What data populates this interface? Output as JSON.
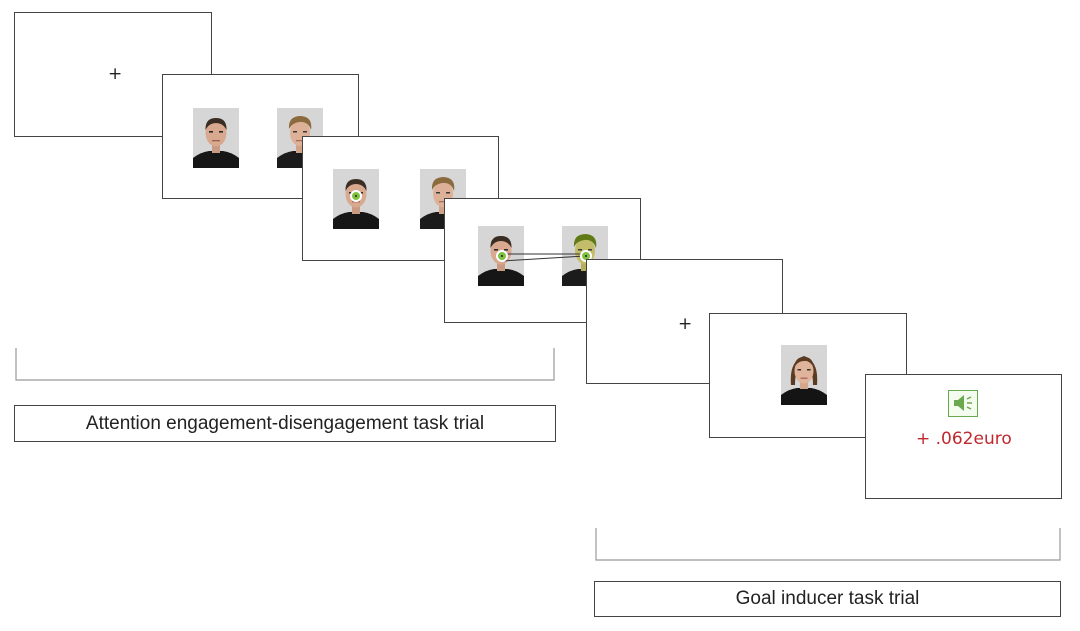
{
  "fixation_symbol": "+",
  "attention_trial_label": "Attention engagement-disengagement task trial",
  "goal_inducer_label": "Goal inducer task trial",
  "reward_text": "+ .062euro",
  "colors": {
    "frame": "#444444",
    "reward": "#c0282d",
    "gaze_marker": "#7fc241",
    "speaker_icon": "#6aa84f"
  },
  "icons": [
    "speaker-icon",
    "gaze-marker-icon",
    "face-photo"
  ]
}
